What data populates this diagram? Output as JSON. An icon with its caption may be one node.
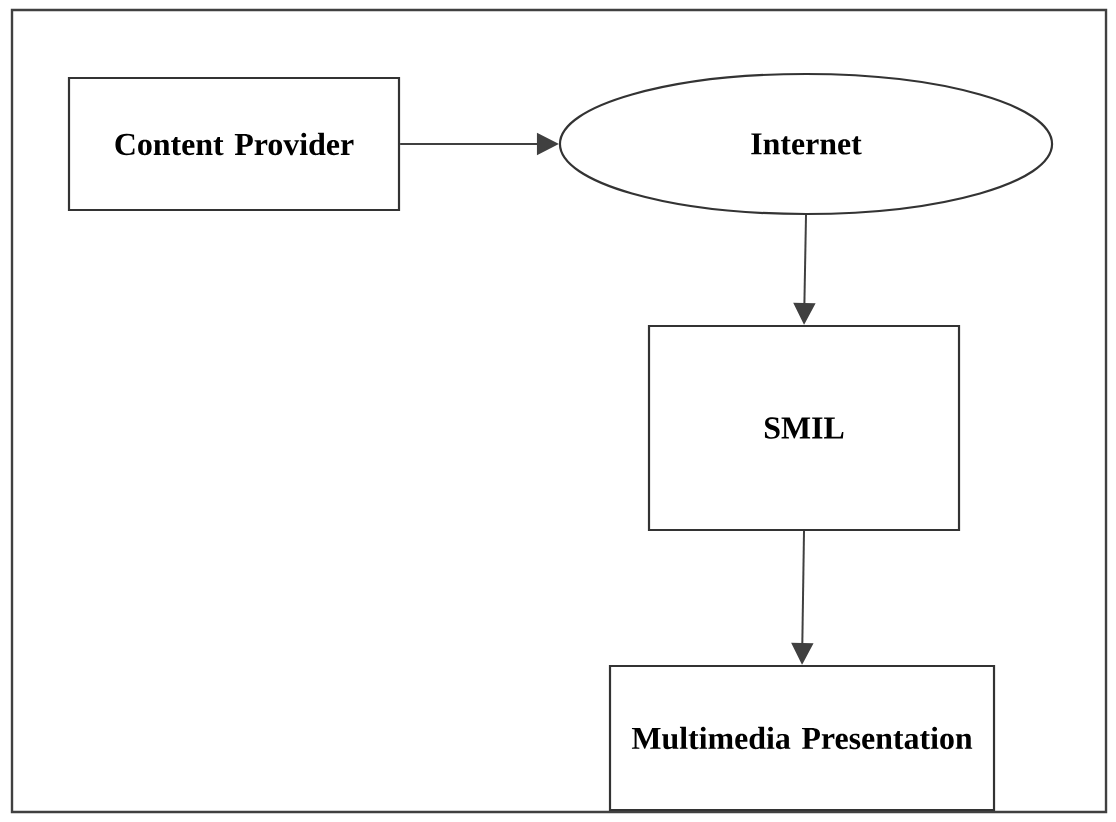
{
  "diagram": {
    "nodes": [
      {
        "text": [
          "Content Provider"
        ]
      },
      {
        "text": [
          "Internet"
        ]
      },
      {
        "text": [
          "SMIL"
        ]
      },
      {
        "text": [
          "Multimedia Presentation"
        ]
      }
    ],
    "edges": [
      {
        "from": 0,
        "to": 1,
        "arrow": "to"
      },
      {
        "from": 1,
        "to": 2,
        "arrow": "to"
      },
      {
        "from": 2,
        "to": 3,
        "arrow": "to"
      }
    ]
  }
}
